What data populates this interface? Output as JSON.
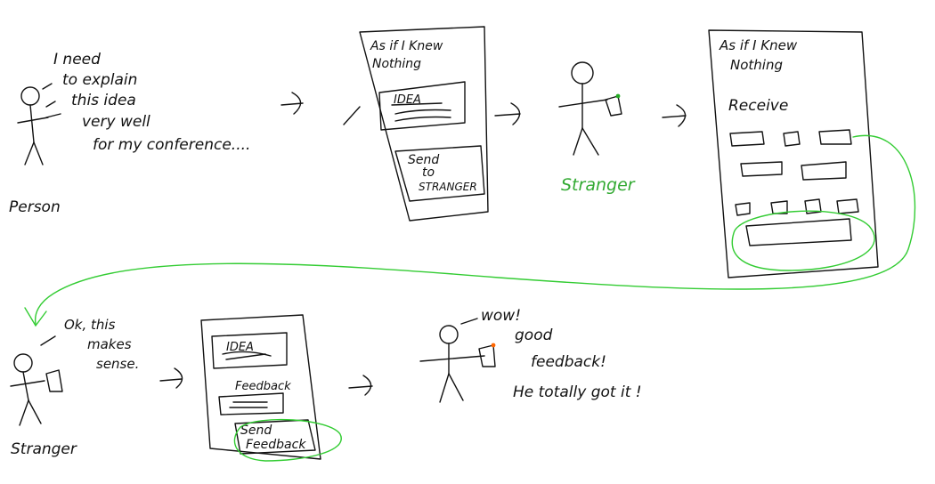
{
  "person": {
    "speech_lines": [
      "I need",
      "to explain",
      "this idea",
      "very well",
      "for my conference...."
    ],
    "label": "Person"
  },
  "phone1": {
    "title_line1": "As if I Knew",
    "title_line2": "Nothing",
    "idea_label": "IDEA",
    "send_button_lines": [
      "Send",
      "to",
      "STRANGER"
    ]
  },
  "stranger1": {
    "label": "Stranger"
  },
  "phone2": {
    "title_line1": "As if I Knew",
    "title_line2": "Nothing",
    "receive_label": "Receive"
  },
  "stranger2": {
    "speech_lines": [
      "Ok, this",
      "makes",
      "sense."
    ],
    "label": "Stranger"
  },
  "phone3": {
    "idea_label": "IDEA",
    "feedback_label": "Feedback",
    "send_feedback_lines": [
      "Send",
      "Feedback"
    ]
  },
  "person2": {
    "speech_lines": [
      "wow!",
      "good",
      "feedback!",
      "He totally got it !"
    ]
  },
  "colors": {
    "ink": "#111111",
    "green": "#33cc33",
    "accent_dot_green": "#22aa22",
    "accent_dot_orange": "#ff6600"
  }
}
